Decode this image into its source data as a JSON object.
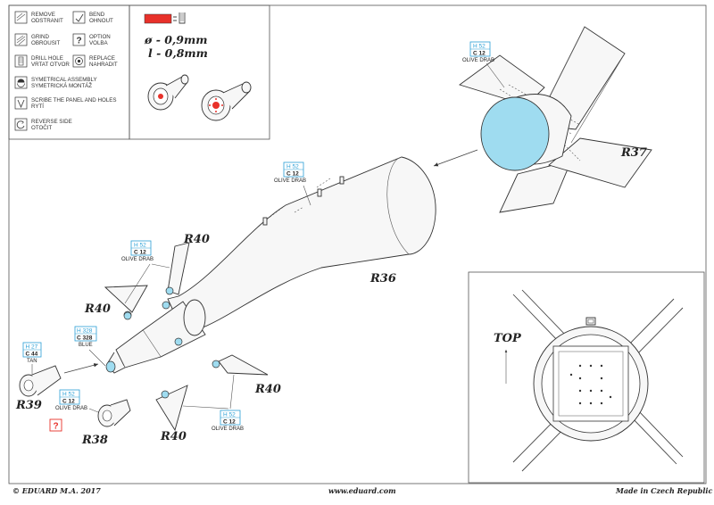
{
  "legend": {
    "items": [
      {
        "icon": "remove-icon",
        "lines": [
          "REMOVE",
          "ODSTRANIT"
        ]
      },
      {
        "icon": "bend-icon",
        "lines": [
          "BEND",
          "OHNOUT"
        ]
      },
      {
        "icon": "grind-icon",
        "lines": [
          "GRIND",
          "OBROUSIT"
        ]
      },
      {
        "icon": "option-icon",
        "lines": [
          "OPTION",
          "VOLBA"
        ]
      },
      {
        "icon": "drill-hole-icon",
        "lines": [
          "DRILL HOLE",
          "VRTAT OTVOR"
        ]
      },
      {
        "icon": "replace-icon",
        "lines": [
          "REPLACE",
          "NAHRADIT"
        ]
      },
      {
        "icon": "symmetrical-assembly-icon",
        "lines": [
          "SYMETRICAL ASSEMBLY",
          "SYMETRICKÁ MONTÁŽ"
        ]
      },
      {
        "icon": "scribe-panel-icon",
        "lines": [
          "SCRIBE THE PANEL AND HOLES",
          "RYTÍ"
        ]
      },
      {
        "icon": "reverse-side-icon",
        "lines": [
          "REVERSE SIDE",
          "OTOČIT"
        ]
      }
    ]
  },
  "wire_note": {
    "diameter": "ø - 0,9mm",
    "length": "l - 0,8mm",
    "swatch_color": "#e8312a"
  },
  "color_tags": [
    {
      "top": "H 52",
      "bottom": "C 12",
      "name": "OLIVE DRAB"
    },
    {
      "top": "H 52",
      "bottom": "C 12",
      "name": "OLIVE DRAB"
    },
    {
      "top": "H 52",
      "bottom": "C 12",
      "name": "OLIVE DRAB"
    },
    {
      "top": "H 328",
      "bottom": "C 328",
      "name": "BLUE"
    },
    {
      "top": "H 27",
      "bottom": "C 44",
      "name": "TAN"
    },
    {
      "top": "H 52",
      "bottom": "C 12",
      "name": "OLIVE DRAB"
    },
    {
      "top": "H 52",
      "bottom": "C 12",
      "name": "OLIVE DRAB"
    }
  ],
  "part_labels": {
    "r37": "R37",
    "r36": "R36",
    "r40_a": "R40",
    "r40_b": "R40",
    "r40_c": "R40",
    "r40_d": "R40",
    "r39": "R39",
    "r38": "R38",
    "top": "TOP"
  },
  "option_mark": "?",
  "colors": {
    "highlight_blue": "#9fdcf0",
    "tag_blue": "#2a9fd6",
    "option_red": "#e8312a"
  },
  "footer": {
    "left": "© EDUARD  M.A. 2017",
    "center": "www.eduard.com",
    "right": "Made in Czech Republic"
  }
}
